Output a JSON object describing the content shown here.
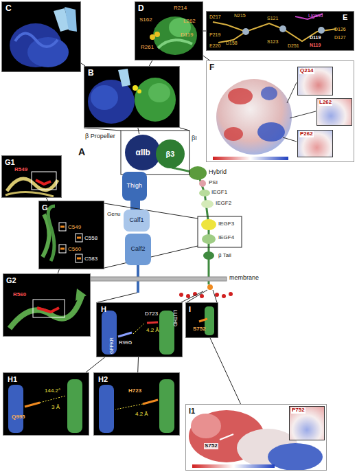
{
  "diagram": {
    "nodes": [
      {
        "text": [
          "C"
        ]
      },
      {
        "text": [
          "D",
          "S162",
          "R214",
          "L262",
          "D119",
          "R261"
        ]
      },
      {
        "text": [
          "E",
          "Ligand",
          "D217",
          "N215",
          "P219",
          "D158",
          "E220",
          "S121",
          "S123",
          "D251",
          "D119",
          "N119",
          "D126",
          "D127"
        ]
      },
      {
        "text": [
          "B"
        ]
      },
      {
        "text": [
          "F"
        ]
      },
      {
        "text": [
          "Q214"
        ],
        "in": 4
      },
      {
        "text": [
          "L262"
        ],
        "in": 4
      },
      {
        "text": [
          "P262"
        ],
        "in": 4
      },
      {
        "text": [
          "αIIb"
        ]
      },
      {
        "text": [
          "β3"
        ]
      },
      {
        "text": [
          "Thigh"
        ]
      },
      {
        "text": [
          "G1",
          "R549"
        ]
      },
      {
        "text": [
          "G",
          "C549",
          "C558",
          "C560",
          "C583"
        ]
      },
      {
        "text": [
          "Calf1"
        ]
      },
      {
        "text": [
          "Calf2"
        ]
      },
      {
        "text": [
          "G2",
          "R560"
        ]
      },
      {
        "text": [
          "H",
          "GFFKR",
          "R995",
          "D723",
          "4.2 Å",
          "LLITHD"
        ]
      },
      {
        "text": [
          "I",
          "S752"
        ]
      },
      {
        "text": [
          "H1",
          "Q995",
          "144.2°",
          "3 Å"
        ]
      },
      {
        "text": [
          "H2",
          "H723",
          "4.2 Å"
        ]
      },
      {
        "text": [
          "I1",
          "S752"
        ]
      },
      {
        "text": [
          "P752"
        ],
        "in": 20
      }
    ],
    "edges": [
      {
        "from": 3,
        "to": 0,
        "arrow": "none"
      },
      {
        "from": 3,
        "to": 1,
        "arrow": "none"
      },
      {
        "from": 1,
        "to": 2,
        "arrow": "none"
      },
      {
        "from": 1,
        "to": 4,
        "arrow": "none"
      },
      {
        "from": 8,
        "to": 3,
        "arrow": "none"
      },
      {
        "from": 12,
        "to": 11,
        "arrow": "none"
      },
      {
        "from": 12,
        "to": 15,
        "arrow": "none"
      },
      {
        "from": 16,
        "to": 18,
        "arrow": "none"
      },
      {
        "from": 16,
        "to": 19,
        "arrow": "none"
      },
      {
        "from": 17,
        "to": 20,
        "arrow": "none"
      }
    ],
    "labels": [
      "A",
      "β Propeller",
      "βI",
      "Hybrid",
      "PSI",
      "IEGF1",
      "IEGF2",
      "IEGF3",
      "IEGF4",
      "β Tail",
      "Genu",
      "membrane"
    ]
  }
}
